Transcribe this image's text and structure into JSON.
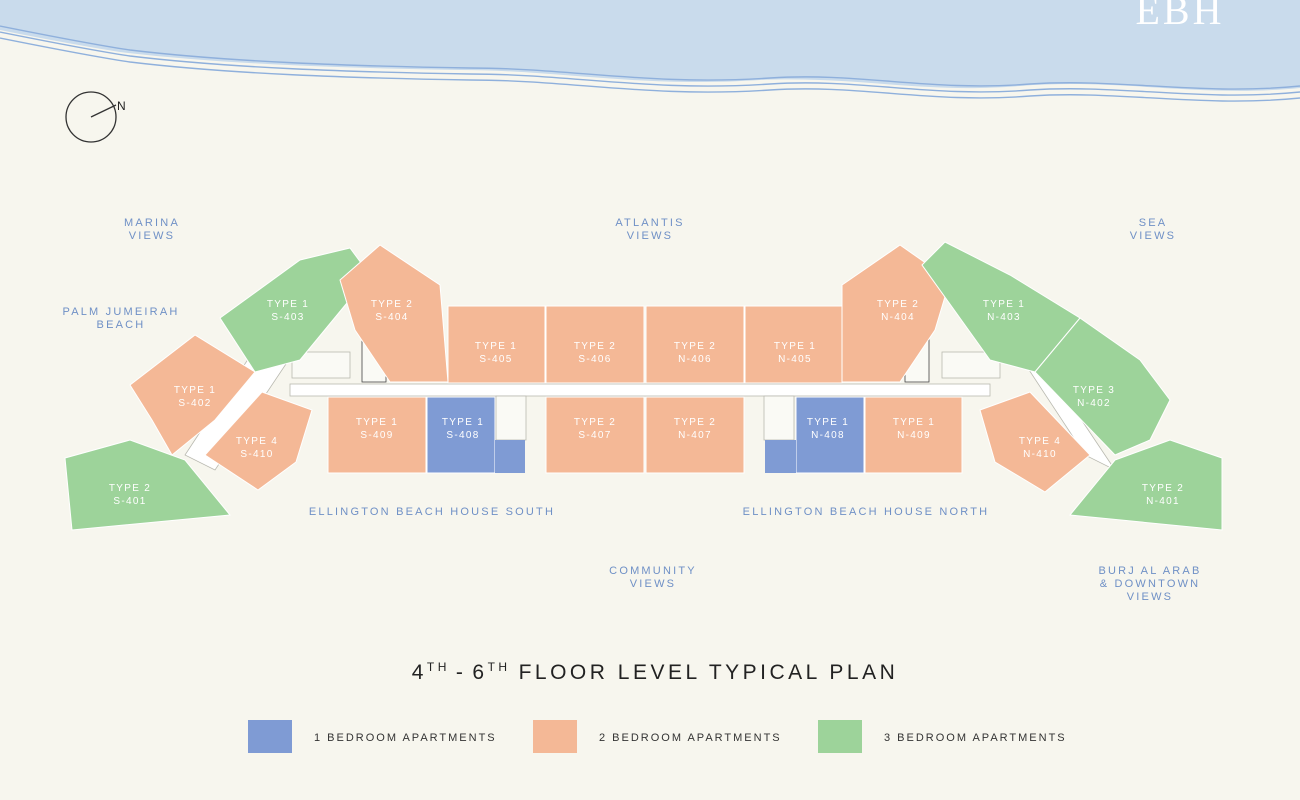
{
  "logo": "EBH",
  "compass": {
    "north_label": "N"
  },
  "views": {
    "marina": [
      "MARINA",
      "VIEWS"
    ],
    "atlantis": [
      "ATLANTIS",
      "VIEWS"
    ],
    "sea": [
      "SEA",
      "VIEWS"
    ],
    "palm": [
      "PALM JUMEIRAH",
      "BEACH"
    ],
    "community": [
      "COMMUNITY",
      "VIEWS"
    ],
    "burj": [
      "BURJ AL ARAB",
      "& DOWNTOWN",
      "VIEWS"
    ]
  },
  "buildings": {
    "south": "ELLINGTON BEACH HOUSE SOUTH",
    "north": "ELLINGTON BEACH HOUSE NORTH"
  },
  "title": {
    "from_num": "4",
    "from_sup": "TH",
    "sep": "-",
    "to_num": "6",
    "to_sup": "TH",
    "rest": "FLOOR LEVEL TYPICAL PLAN"
  },
  "colors": {
    "one_bed": "#7f9bd4",
    "two_bed": "#f4b896",
    "three_bed": "#9dd39a",
    "water": "#c9dbec",
    "wave": "#8fb0dc",
    "background": "#f7f6ee"
  },
  "legend": [
    {
      "label": "1 BEDROOM APARTMENTS",
      "color": "#7f9bd4"
    },
    {
      "label": "2 BEDROOM APARTMENTS",
      "color": "#f4b896"
    },
    {
      "label": "3 BEDROOM APARTMENTS",
      "color": "#9dd39a"
    }
  ],
  "units": [
    {
      "type": "TYPE 1",
      "id": "S-403",
      "beds": 3
    },
    {
      "type": "TYPE 2",
      "id": "S-404",
      "beds": 2
    },
    {
      "type": "TYPE 1",
      "id": "S-402",
      "beds": 2
    },
    {
      "type": "TYPE 4",
      "id": "S-410",
      "beds": 2
    },
    {
      "type": "TYPE 2",
      "id": "S-401",
      "beds": 3
    },
    {
      "type": "TYPE 1",
      "id": "S-405",
      "beds": 2
    },
    {
      "type": "TYPE 2",
      "id": "S-406",
      "beds": 2
    },
    {
      "type": "TYPE 2",
      "id": "N-406",
      "beds": 2
    },
    {
      "type": "TYPE 1",
      "id": "N-405",
      "beds": 2
    },
    {
      "type": "TYPE 1",
      "id": "S-409",
      "beds": 2
    },
    {
      "type": "TYPE 1",
      "id": "S-408",
      "beds": 1
    },
    {
      "type": "TYPE 2",
      "id": "S-407",
      "beds": 2
    },
    {
      "type": "TYPE 2",
      "id": "N-407",
      "beds": 2
    },
    {
      "type": "TYPE 1",
      "id": "N-408",
      "beds": 1
    },
    {
      "type": "TYPE 1",
      "id": "N-409",
      "beds": 2
    },
    {
      "type": "TYPE 2",
      "id": "N-404",
      "beds": 2
    },
    {
      "type": "TYPE 1",
      "id": "N-403",
      "beds": 3
    },
    {
      "type": "TYPE 3",
      "id": "N-402",
      "beds": 3
    },
    {
      "type": "TYPE 4",
      "id": "N-410",
      "beds": 2
    },
    {
      "type": "TYPE 2",
      "id": "N-401",
      "beds": 3
    }
  ]
}
